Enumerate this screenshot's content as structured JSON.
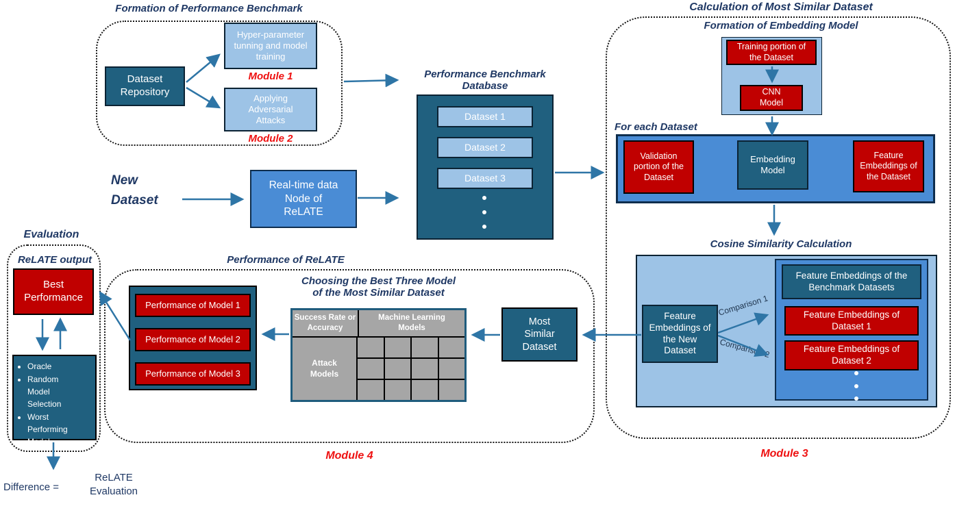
{
  "colors": {
    "dark_teal": "#20607F",
    "medium_blue": "#4A8CD5",
    "light_blue": "#9DC3E6",
    "box_red": "#C00000",
    "module_label_red": "#EE1111",
    "table_gray": "#A6A6A6",
    "title_navy": "#1F3864",
    "arrow_blue": "#2E75A6"
  },
  "formation": {
    "title": "Formation of Performance Benchmark",
    "repository": "Dataset Repository",
    "module1_box": "Hyper-parameter tunning and model training",
    "module1_label": "Module 1",
    "module2_box": "Applying Adversarial Attacks",
    "module2_label": "Module 2"
  },
  "new_dataset": {
    "lines": [
      "New",
      "Dataset"
    ]
  },
  "realtime_node": {
    "lines": [
      "Real-time data",
      "Node of",
      "ReLATE"
    ]
  },
  "database": {
    "title_line1": "Performance Benchmark",
    "title_line2": "Database",
    "items": [
      "Dataset 1",
      "Dataset 2",
      "Dataset 3"
    ]
  },
  "module3": {
    "title": "Calculation of  Most Similar Dataset",
    "label": "Module 3",
    "embedding_formation": {
      "title": "Formation of Embedding Model",
      "training": "Training portion of the Dataset",
      "cnn": "CNN Model"
    },
    "for_each": {
      "title": "For each Dataset",
      "validation": "Validation portion of the Dataset",
      "embedding_model": "Embedding Model",
      "feature_embeddings": "Feature Embeddings of the Dataset"
    },
    "cosine": {
      "title": "Cosine Similarity Calculation",
      "new_embeddings": "Feature Embeddings of the New Dataset",
      "benchmark": "Feature Embeddings of the Benchmark Datasets",
      "dataset1": "Feature Embeddings of Dataset 1",
      "dataset2": "Feature Embeddings of Dataset 2",
      "comparison1": "Comparison 1",
      "comparison2": "Comparison 2"
    }
  },
  "module4": {
    "title": "Performance of ReLATE",
    "label": "Module 4",
    "models": [
      "Performance of Model 1",
      "Performance of Model 2",
      "Performance of Model 3"
    ],
    "choose_title_line1": "Choosing the Best Three Model",
    "choose_title_line2": "of the Most Similar Dataset"
  },
  "table": {
    "header_left": "Success Rate or Accuracy",
    "header_right": "Machine Learning Models",
    "row_header": "Attack Models"
  },
  "most_similar": {
    "lines": [
      "Most",
      "Similar",
      "Dataset"
    ]
  },
  "evaluation": {
    "title": "Evaluation",
    "output_label": "ReLATE output",
    "best": "Best Performance",
    "baselines": [
      "Oracle",
      "Random Model Selection",
      "Worst Performing Model"
    ],
    "difference": "Difference =",
    "relate_line1": "ReLATE",
    "relate_line2": "Evaluation"
  }
}
